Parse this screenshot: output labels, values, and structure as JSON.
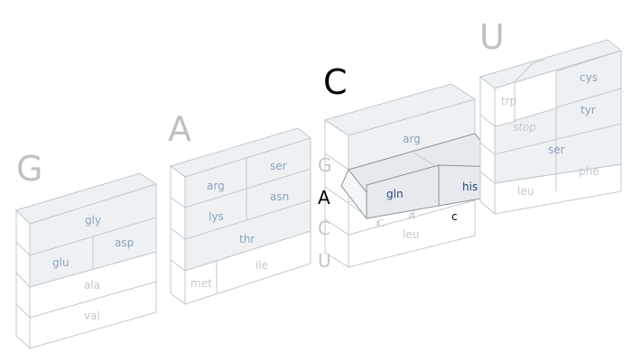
{
  "first_base": {
    "G": "G",
    "A": "A",
    "C": "C",
    "U": "U"
  },
  "second_base": {
    "G": "G",
    "A": "A",
    "C": "C",
    "U": "U"
  },
  "third_base": {
    "C": "C",
    "A": "A",
    "c": "c"
  },
  "amino_acids": {
    "gly": "gly",
    "glu": "glu",
    "asp": "asp",
    "ala": "ala",
    "val": "val",
    "arg": "arg",
    "ser": "ser",
    "lys": "lys",
    "asn": "asn",
    "thr": "thr",
    "met": "met",
    "ile": "ile",
    "gln": "gln",
    "his": "his",
    "leu": "leu",
    "trp": "trp",
    "cys": "cys",
    "tyr": "tyr",
    "stop": "stop",
    "phe": "phe"
  },
  "colors": {
    "label_blue": "#8aa3bf",
    "label_gray": "#c4c8cc",
    "highlight_text": "#2b4a78",
    "face_shaded": "#eef1f3",
    "edge": "#c2c8cc"
  }
}
